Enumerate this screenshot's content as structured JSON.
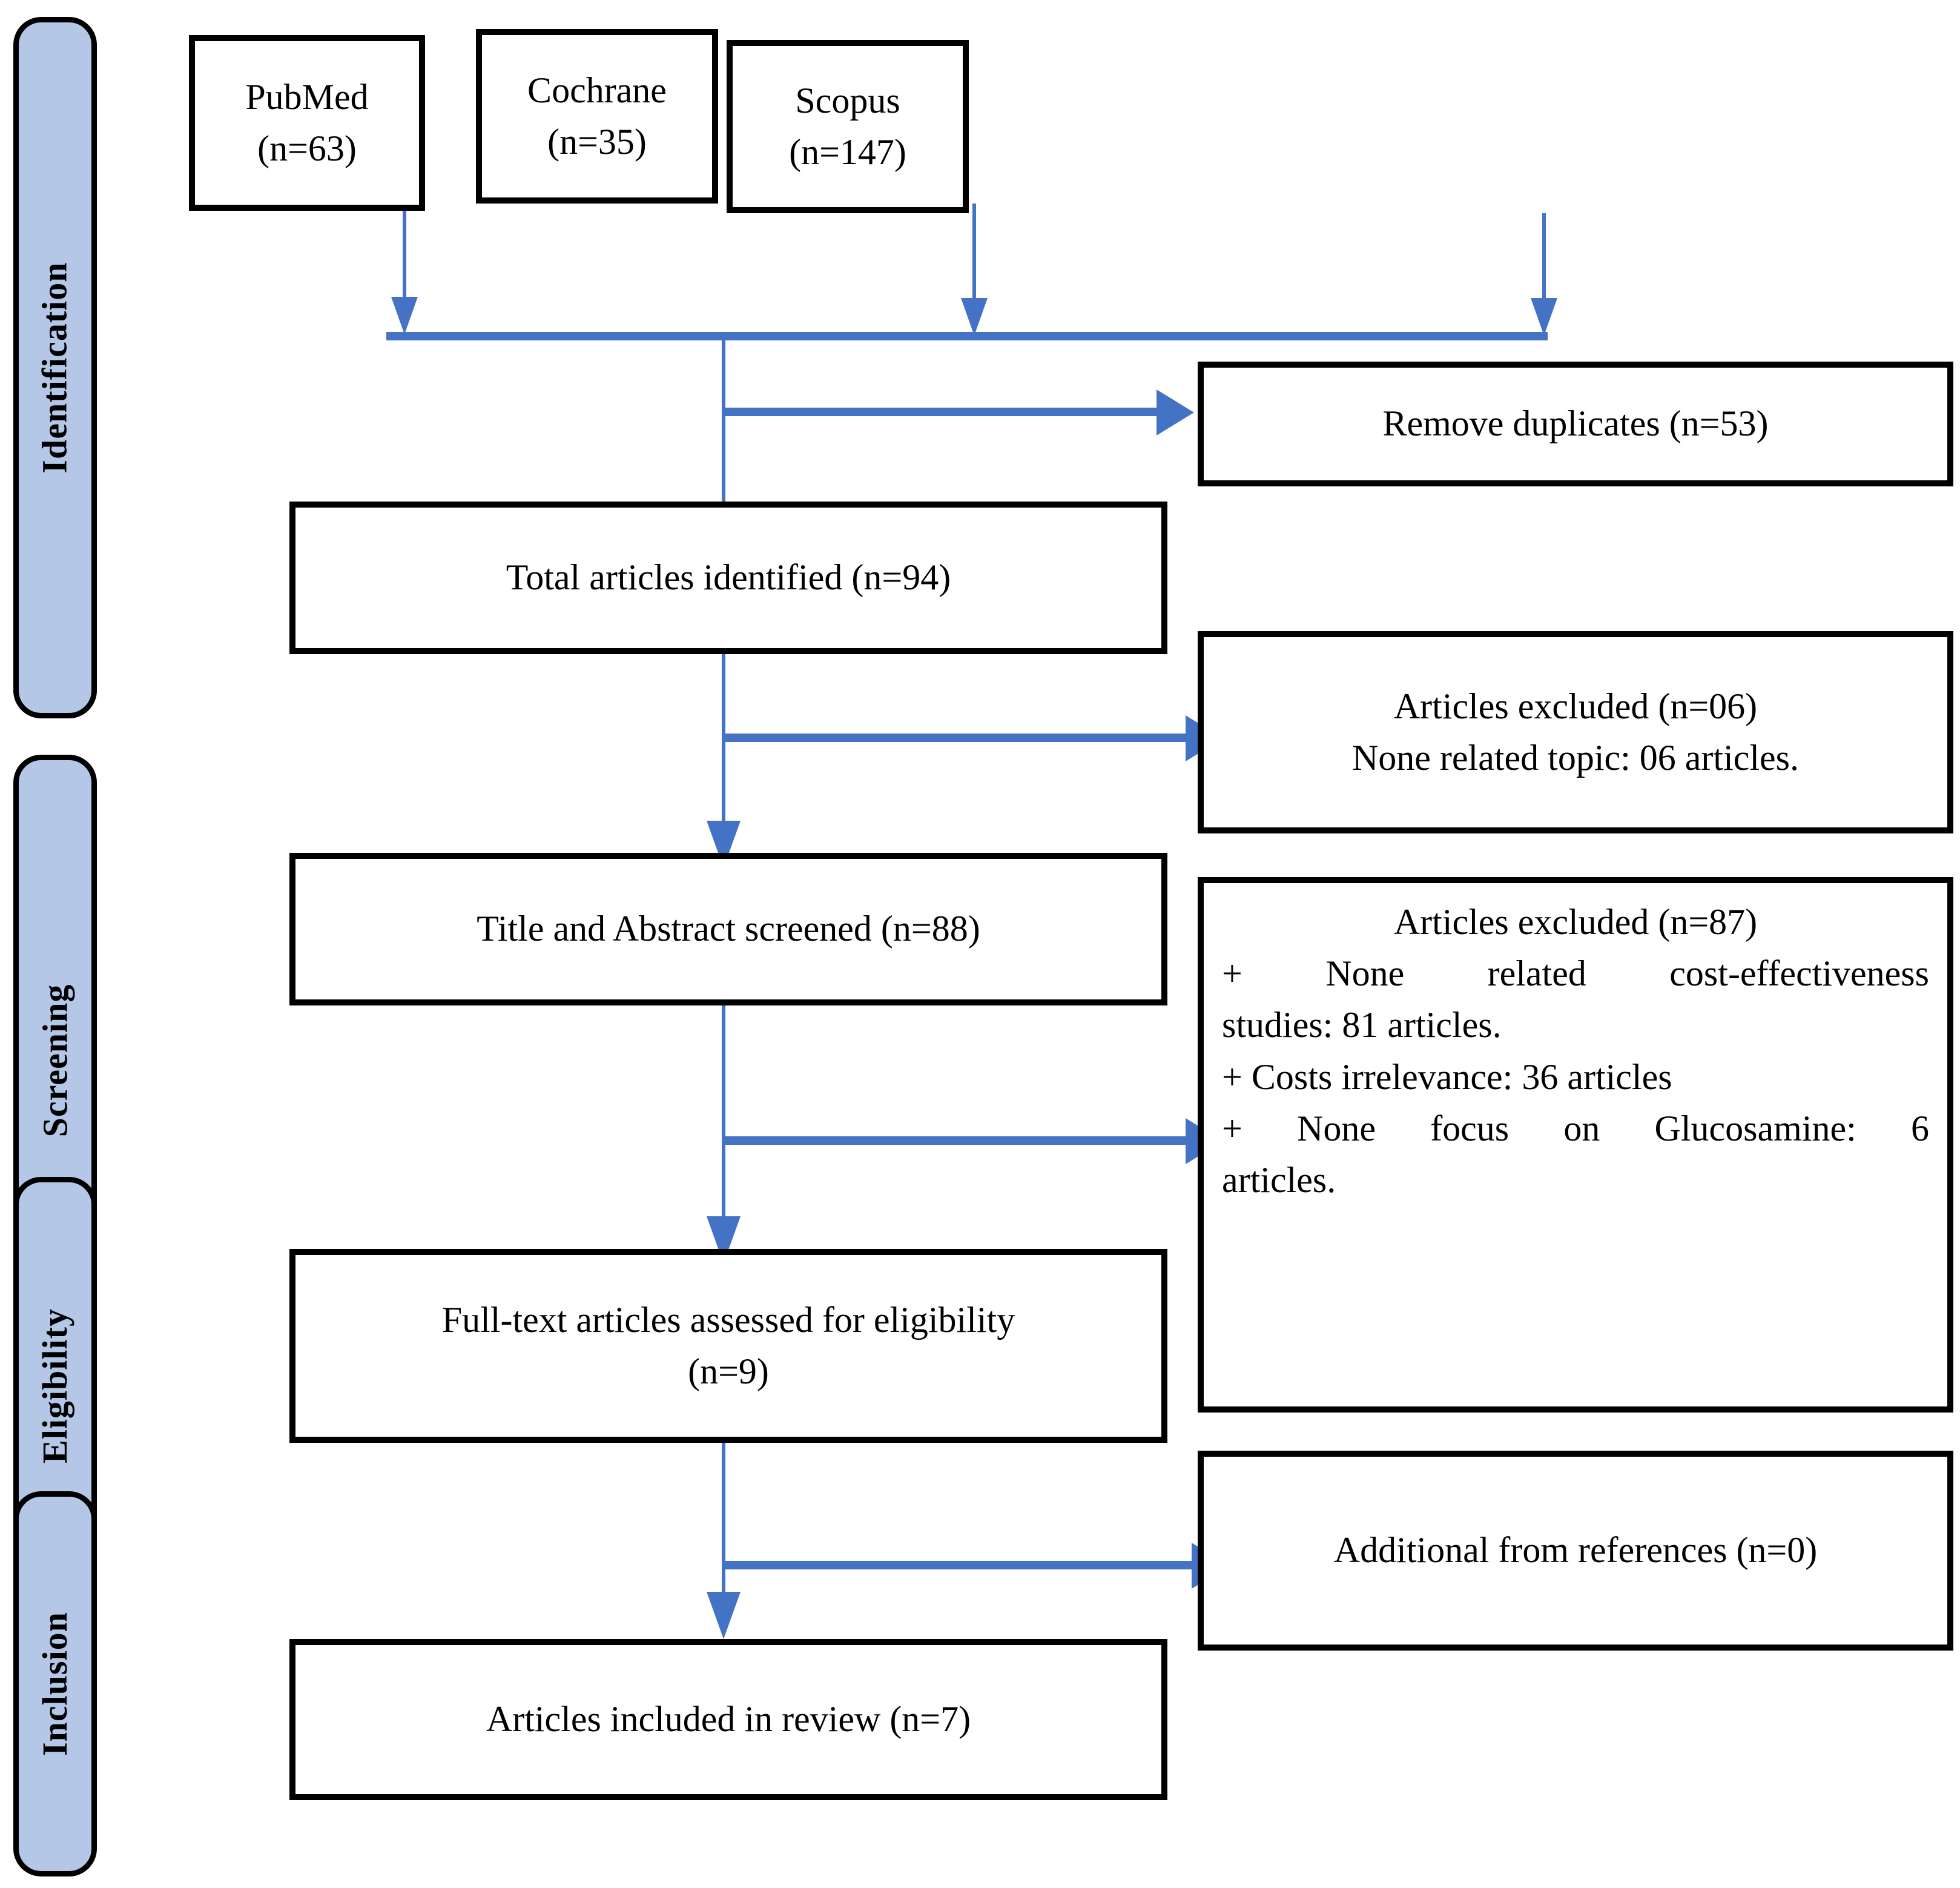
{
  "diagram": {
    "title": "PRISMA flow diagram",
    "accent_color": "#4472c4",
    "phase_fill_color": "#b4c7e7",
    "box_border_color": "#000000"
  },
  "phases": [
    {
      "label": "Identification"
    },
    {
      "label": "Screening"
    },
    {
      "label": "Eligibility"
    },
    {
      "label": "Inclusion"
    }
  ],
  "sources": [
    {
      "label": "PubMed (n=63)"
    },
    {
      "label": "Cochrane (n=35)"
    },
    {
      "label": "Scopus (n=147)"
    }
  ],
  "boxes": {
    "remove_duplicates": "Remove duplicates (n=53)",
    "total_identified": "Total articles identified (n=94)",
    "excluded_06": {
      "heading": "Articles excluded (n=06)",
      "reason": "None related topic: 06 articles."
    },
    "screened": "Title and Abstract screened (n=88)",
    "excluded_87": {
      "heading": "Articles excluded (n=87)",
      "reasons": [
        "+ None related cost-effectiveness",
        "studies: 81 articles.",
        "+ Costs irrelevance: 36 articles",
        "+ None focus on Glucosamine: 6",
        "articles."
      ]
    },
    "fulltext": {
      "line1": "Full-text articles assessed for eligibility",
      "line2": "(n=9)"
    },
    "additional_refs": "Additional from references (n=0)",
    "included": "Articles included in review (n=7)"
  },
  "chart_data": {
    "type": "diagram",
    "title": "PRISMA flow diagram",
    "nodes": [
      {
        "id": "pubmed",
        "label": "PubMed (n=63)",
        "stage": "Identification",
        "n": 63
      },
      {
        "id": "cochrane",
        "label": "Cochrane (n=35)",
        "stage": "Identification",
        "n": 35
      },
      {
        "id": "scopus",
        "label": "Scopus (n=147)",
        "stage": "Identification",
        "n": 147
      },
      {
        "id": "duplicates",
        "label": "Remove duplicates (n=53)",
        "stage": "Identification",
        "n": 53
      },
      {
        "id": "identified",
        "label": "Total articles identified (n=94)",
        "stage": "Identification",
        "n": 94
      },
      {
        "id": "excluded06",
        "label": "Articles excluded (n=06)",
        "stage": "Screening",
        "n": 6
      },
      {
        "id": "screened",
        "label": "Title and Abstract screened (n=88)",
        "stage": "Screening",
        "n": 88
      },
      {
        "id": "excluded87",
        "label": "Articles excluded (n=87)",
        "stage": "Screening",
        "n": 87
      },
      {
        "id": "fulltext",
        "label": "Full-text articles assessed for eligibility (n=9)",
        "stage": "Eligibility",
        "n": 9
      },
      {
        "id": "additional",
        "label": "Additional from references (n=0)",
        "stage": "Eligibility",
        "n": 0
      },
      {
        "id": "included",
        "label": "Articles included in review (n=7)",
        "stage": "Inclusion",
        "n": 7
      }
    ],
    "edges": [
      {
        "from": "pubmed",
        "to": "identified"
      },
      {
        "from": "cochrane",
        "to": "identified"
      },
      {
        "from": "scopus",
        "to": "identified"
      },
      {
        "from": "identified",
        "to": "duplicates"
      },
      {
        "from": "identified",
        "to": "excluded06"
      },
      {
        "from": "identified",
        "to": "screened"
      },
      {
        "from": "screened",
        "to": "excluded87"
      },
      {
        "from": "screened",
        "to": "fulltext"
      },
      {
        "from": "fulltext",
        "to": "additional"
      },
      {
        "from": "fulltext",
        "to": "included"
      }
    ]
  }
}
